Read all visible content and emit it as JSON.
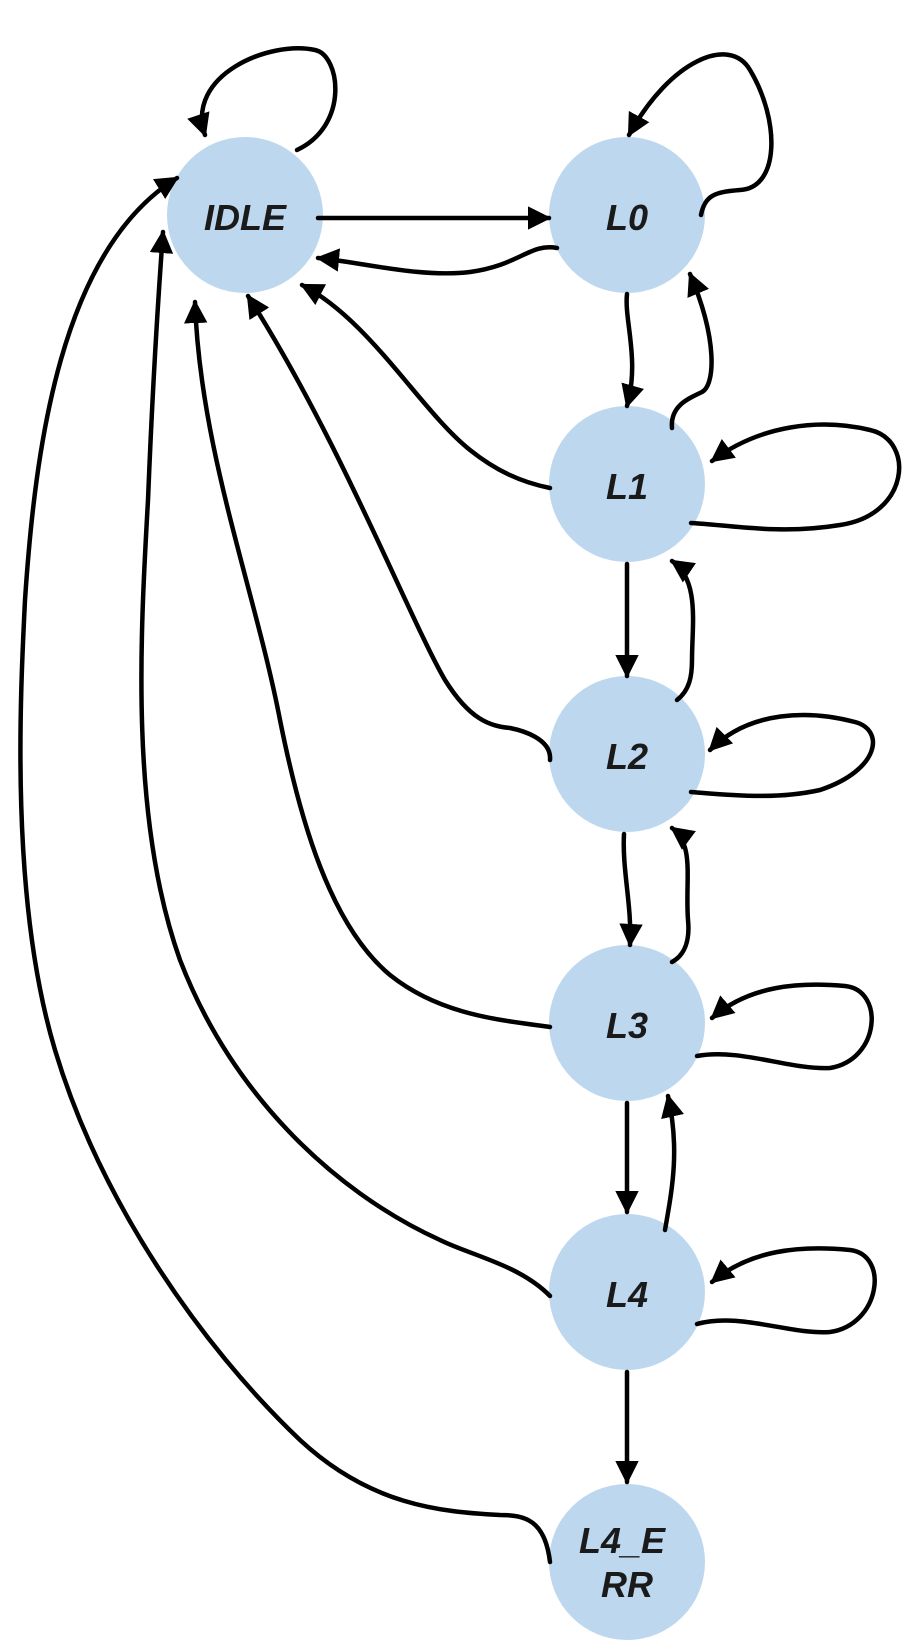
{
  "diagram": {
    "type": "state-transition",
    "states": [
      {
        "id": "IDLE",
        "label_lines": [
          "IDLE"
        ]
      },
      {
        "id": "L0",
        "label_lines": [
          "L0"
        ]
      },
      {
        "id": "L1",
        "label_lines": [
          "L1"
        ]
      },
      {
        "id": "L2",
        "label_lines": [
          "L2"
        ]
      },
      {
        "id": "L3",
        "label_lines": [
          "L3"
        ]
      },
      {
        "id": "L4",
        "label_lines": [
          "L4"
        ]
      },
      {
        "id": "L4_ERR",
        "label_lines": [
          "L4_E",
          "RR"
        ]
      }
    ],
    "transitions": [
      {
        "from": "IDLE",
        "to": "IDLE"
      },
      {
        "from": "IDLE",
        "to": "L0"
      },
      {
        "from": "L0",
        "to": "L0"
      },
      {
        "from": "L0",
        "to": "IDLE"
      },
      {
        "from": "L0",
        "to": "L1"
      },
      {
        "from": "L1",
        "to": "L0"
      },
      {
        "from": "L1",
        "to": "L1"
      },
      {
        "from": "L1",
        "to": "IDLE"
      },
      {
        "from": "L1",
        "to": "L2"
      },
      {
        "from": "L2",
        "to": "L1"
      },
      {
        "from": "L2",
        "to": "L2"
      },
      {
        "from": "L2",
        "to": "IDLE"
      },
      {
        "from": "L2",
        "to": "L3"
      },
      {
        "from": "L3",
        "to": "L2"
      },
      {
        "from": "L3",
        "to": "L3"
      },
      {
        "from": "L3",
        "to": "IDLE"
      },
      {
        "from": "L3",
        "to": "L4"
      },
      {
        "from": "L4",
        "to": "L3"
      },
      {
        "from": "L4",
        "to": "L4"
      },
      {
        "from": "L4",
        "to": "IDLE"
      },
      {
        "from": "L4",
        "to": "L4_ERR"
      },
      {
        "from": "L4_ERR",
        "to": "IDLE"
      }
    ],
    "colors": {
      "state_fill": "#bdd7ee",
      "edge": "#000000",
      "label": "#1a1a1a"
    }
  }
}
